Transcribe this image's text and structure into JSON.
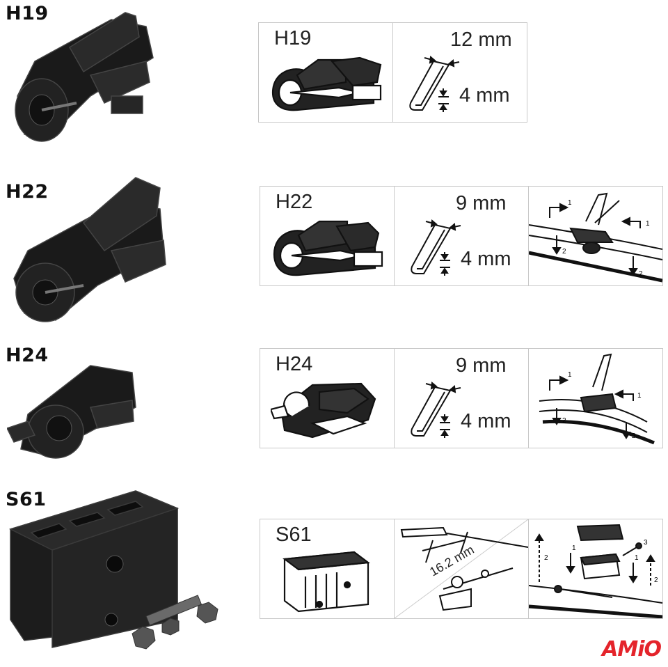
{
  "rows": [
    {
      "title": "H19",
      "panel_label": "H19",
      "width": "12 mm",
      "height": "4 mm"
    },
    {
      "title": "H22",
      "panel_label": "H22",
      "width": "9 mm",
      "height": "4 mm",
      "step_up": "1",
      "step_down": "2"
    },
    {
      "title": "H24",
      "panel_label": "H24",
      "width": "9 mm",
      "height": "4 mm",
      "step_up": "1",
      "step_down": "2"
    },
    {
      "title": "S61",
      "panel_label": "S61",
      "spacing": "16.2 mm",
      "step_a": "1",
      "step_b": "2",
      "step_c": "3"
    }
  ],
  "brand": {
    "logo_text": "AMiO",
    "color": "#e4242b"
  }
}
